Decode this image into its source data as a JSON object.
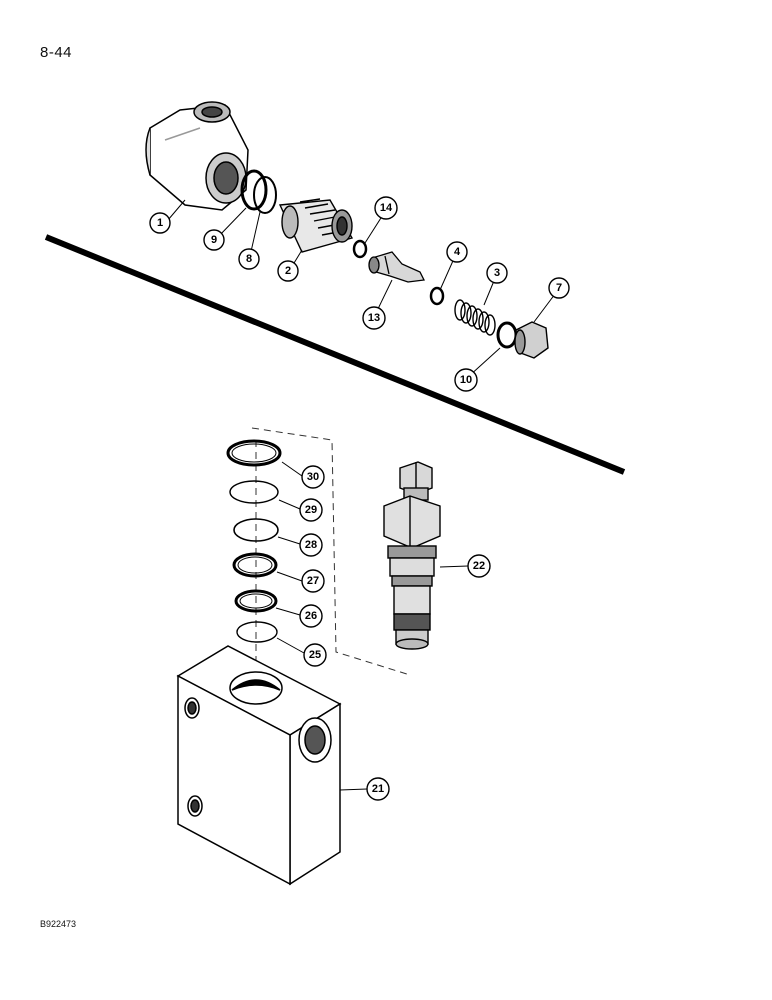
{
  "page": {
    "number": "8-44",
    "figure_code": "B922473"
  },
  "callouts": {
    "c1": "1",
    "c9": "9",
    "c8": "8",
    "c2": "2",
    "c14": "14",
    "c13": "13",
    "c4": "4",
    "c3": "3",
    "c7": "7",
    "c10": "10",
    "c30": "30",
    "c29": "29",
    "c28": "28",
    "c27": "27",
    "c26": "26",
    "c25": "25",
    "c22": "22",
    "c21": "21"
  },
  "parts": [
    {
      "id": "1",
      "name": "valve-tee-body-icon"
    },
    {
      "id": "9",
      "name": "o-ring-icon"
    },
    {
      "id": "8",
      "name": "backup-ring-icon"
    },
    {
      "id": "2",
      "name": "threaded-cartridge-icon"
    },
    {
      "id": "14",
      "name": "washer-icon"
    },
    {
      "id": "13",
      "name": "poppet-icon"
    },
    {
      "id": "4",
      "name": "washer-icon"
    },
    {
      "id": "3",
      "name": "spring-icon"
    },
    {
      "id": "10",
      "name": "o-ring-icon"
    },
    {
      "id": "7",
      "name": "hex-plug-icon"
    },
    {
      "id": "30",
      "name": "seal-ring-icon"
    },
    {
      "id": "29",
      "name": "seal-ring-icon"
    },
    {
      "id": "28",
      "name": "seal-ring-icon"
    },
    {
      "id": "27",
      "name": "seal-ring-icon"
    },
    {
      "id": "26",
      "name": "seal-ring-icon"
    },
    {
      "id": "25",
      "name": "seal-ring-icon"
    },
    {
      "id": "22",
      "name": "relief-valve-cartridge-icon"
    },
    {
      "id": "21",
      "name": "manifold-block-icon"
    }
  ]
}
